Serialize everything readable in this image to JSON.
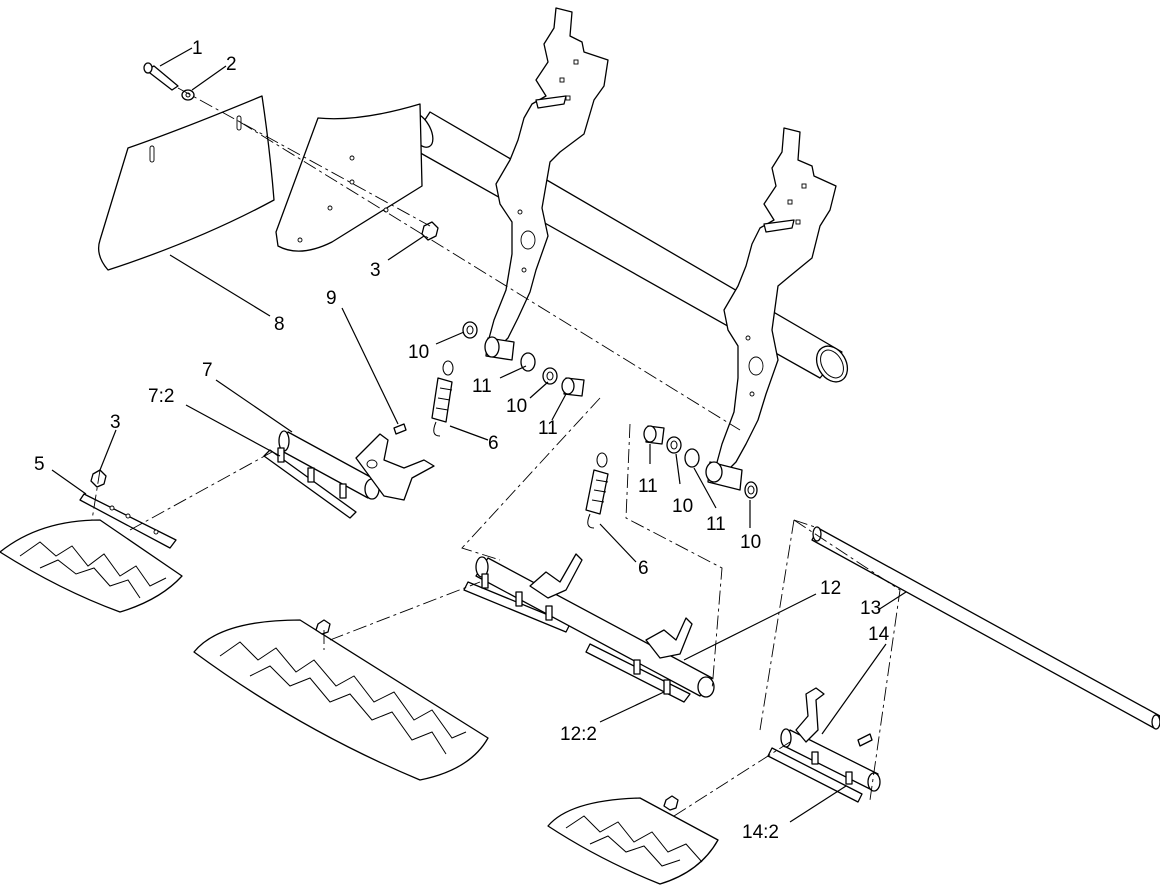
{
  "callouts": {
    "c1": "1",
    "c2": "2",
    "c3a": "3",
    "c3b": "3",
    "c5": "5",
    "c6a": "6",
    "c6b": "6",
    "c7": "7",
    "c7_2": "7:2",
    "c8": "8",
    "c9": "9",
    "c10a": "10",
    "c10b": "10",
    "c10c": "10",
    "c10d": "10",
    "c11a": "11",
    "c11b": "11",
    "c11c": "11",
    "c11d": "11",
    "c12": "12",
    "c12_2": "12:2",
    "c13": "13",
    "c14": "14",
    "c14_2": "14:2"
  }
}
